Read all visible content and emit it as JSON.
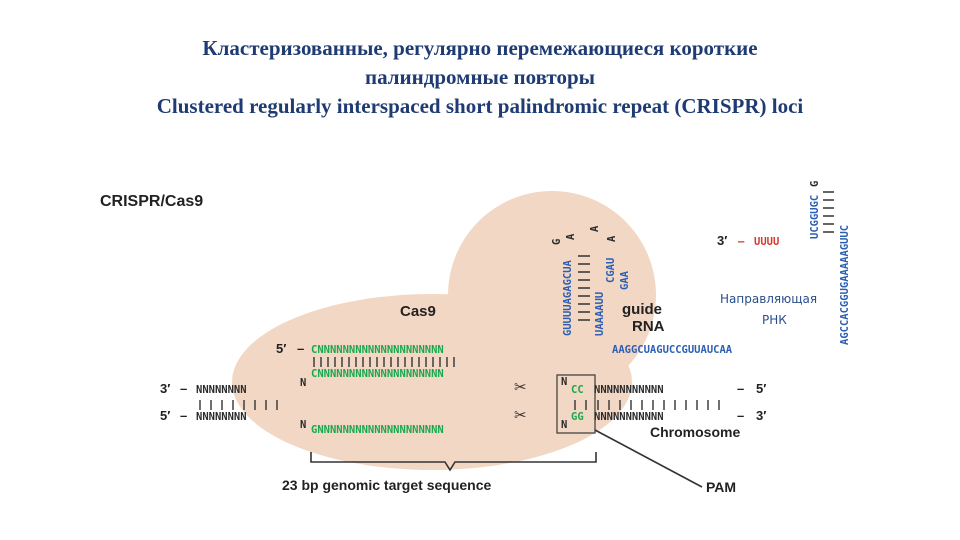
{
  "title": {
    "line1": "Кластеризованные, регулярно перемежающиеся короткие",
    "line2": "палиндромные повторы",
    "line3": "Clustered regularly interspaced short palindromic repeat (CRISPR) loci"
  },
  "diagram": {
    "system_label": "CRISPR/Cas9",
    "protein_label": "Cas9",
    "guide_label_1": "guide",
    "guide_label_2": "RNA",
    "guide_note_1": "Направляющая",
    "guide_note_2": "РНК",
    "chromosome_label": "Chromosome",
    "target_label": "23 bp genomic target sequence",
    "pam_label": "PAM",
    "end_5": "5′",
    "end_3": "3′",
    "dash": "–",
    "top_guide_seq": "CNNNNNNNNNNNNNNNNNNNN",
    "target_top_seq": "CNNNNNNNNNNNNNNNNNNNN",
    "target_bottom_seq": "GNNNNNNNNNNNNNNNNNNNN",
    "left_flank": "NNNNNNNN",
    "right_flank": "NNNNNNNNNNN",
    "n_base": "N",
    "pam_top": "CC",
    "pam_bottom": "GG",
    "uuuu": "UUUU",
    "bottom_rna_seq": "AAGGCUAGUCCGUUAUCAA",
    "right_vertical_seq": "AGCCACGGUGAAAAAGUUC",
    "right_vertical_comp": "UCGGUGC",
    "right_vertical_g": "G",
    "stem_left_seq": "GUUUUAGAGCUA",
    "stem_left_comp": "UAAAAUU",
    "stem_right_seq": "CGAU",
    "stem_loop": "GAA",
    "stem_top_g": "G",
    "stem_top_a": "A"
  }
}
